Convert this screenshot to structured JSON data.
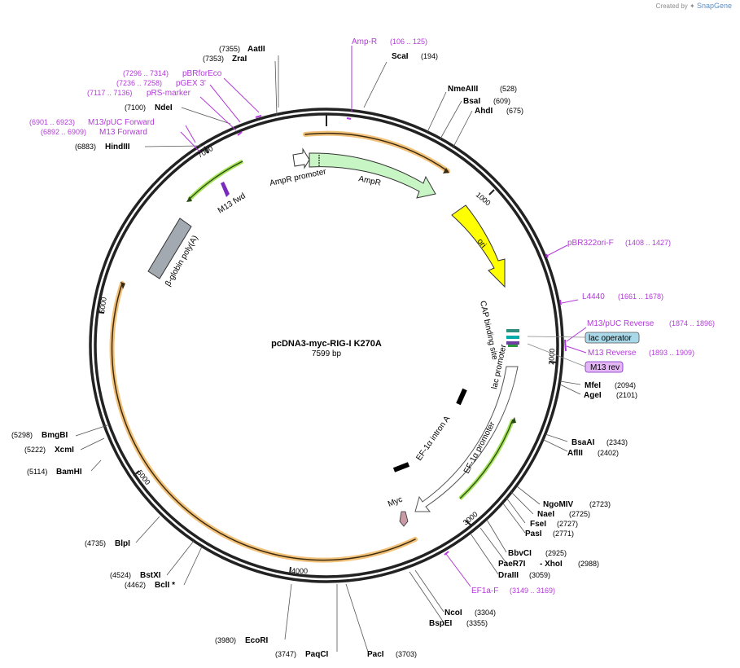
{
  "watermark": {
    "prefix": "Created by",
    "brand": "SnapGene"
  },
  "plasmid": {
    "name": "pcDNA3-myc-RIG-I K270A",
    "length": 7599,
    "length_label": "7599 bp"
  },
  "ticks": [
    "1000",
    "2000",
    "3000",
    "4000",
    "5000",
    "6000",
    "7000"
  ],
  "colors": {
    "primer": "#b23ad8",
    "amp": "#c8f5c4",
    "ori": "#ffff00",
    "orange": "#f2b24a",
    "polyA": "#a3a9b0"
  },
  "enzymes": [
    {
      "name": "AatII",
      "pos": "(7355)"
    },
    {
      "name": "ZraI",
      "pos": "(7353)"
    },
    {
      "name": "ScaI",
      "pos": "(194)"
    },
    {
      "name": "NmeAIII",
      "pos": "(528)"
    },
    {
      "name": "BsaI",
      "pos": "(609)"
    },
    {
      "name": "AhdI",
      "pos": "(675)"
    },
    {
      "name": "NdeI",
      "pos": "(7100)"
    },
    {
      "name": "HindIII",
      "pos": "(6883)"
    },
    {
      "name": "MfeI",
      "pos": "(2094)"
    },
    {
      "name": "AgeI",
      "pos": "(2101)"
    },
    {
      "name": "BsaAI",
      "pos": "(2343)"
    },
    {
      "name": "AflII",
      "pos": "(2402)"
    },
    {
      "name": "BmgBI",
      "pos": "(5298)"
    },
    {
      "name": "XcmI",
      "pos": "(5222)"
    },
    {
      "name": "BamHI",
      "pos": "(5114)"
    },
    {
      "name": "NgoMIV",
      "pos": "(2723)"
    },
    {
      "name": "NaeI",
      "pos": "(2725)"
    },
    {
      "name": "FseI",
      "pos": "(2727)"
    },
    {
      "name": "PasI",
      "pos": "(2771)"
    },
    {
      "name": "BlpI",
      "pos": "(4735)"
    },
    {
      "name": "BbvCI",
      "pos": "(2925)"
    },
    {
      "name": "PaeR7I",
      "pos": "(2988)"
    },
    {
      "name": "XhoI",
      "pos": ""
    },
    {
      "name": "DraIII",
      "pos": "(3059)"
    },
    {
      "name": "BstXI",
      "pos": "(4524)"
    },
    {
      "name": "BclI *",
      "pos": "(4462)"
    },
    {
      "name": "NcoI",
      "pos": "(3304)"
    },
    {
      "name": "BspEI",
      "pos": "(3355)"
    },
    {
      "name": "EcoRI",
      "pos": "(3980)"
    },
    {
      "name": "PaqCI",
      "pos": "(3747)"
    },
    {
      "name": "PacI",
      "pos": "(3703)"
    }
  ],
  "primers": [
    {
      "name": "Amp-R",
      "range": "(106 .. 125)"
    },
    {
      "name": "pBRforEco",
      "range": "(7296 .. 7314)"
    },
    {
      "name": "pGEX 3'",
      "range": "(7236 .. 7258)"
    },
    {
      "name": "pRS-marker",
      "range": "(7117 .. 7136)"
    },
    {
      "name": "M13/pUC Forward",
      "range": "(6901 .. 6923)"
    },
    {
      "name": "M13 Forward",
      "range": "(6892 .. 6909)"
    },
    {
      "name": "pBR322ori-F",
      "range": "(1408 .. 1427)"
    },
    {
      "name": "L4440",
      "range": "(1661 .. 1678)"
    },
    {
      "name": "M13/pUC Reverse",
      "range": "(1874 .. 1896)"
    },
    {
      "name": "M13 Reverse",
      "range": "(1893 .. 1909)"
    },
    {
      "name": "EF1a-F",
      "range": "(3149 .. 3169)"
    }
  ],
  "features": {
    "ampr_promoter": "AmpR promoter",
    "ampr": "AmpR",
    "ori": "ori",
    "cap": "CAP binding site",
    "lac_operator": "lac operator",
    "m13_rev": "M13 rev",
    "lac_promoter": "lac promoter",
    "ef1a_intron": "EF-1α intron A",
    "ef1a_promoter": "EF-1α promoter",
    "myc": "Myc",
    "m13_fwd": "M13 fwd",
    "bglobin": "β-globin poly(A)"
  }
}
